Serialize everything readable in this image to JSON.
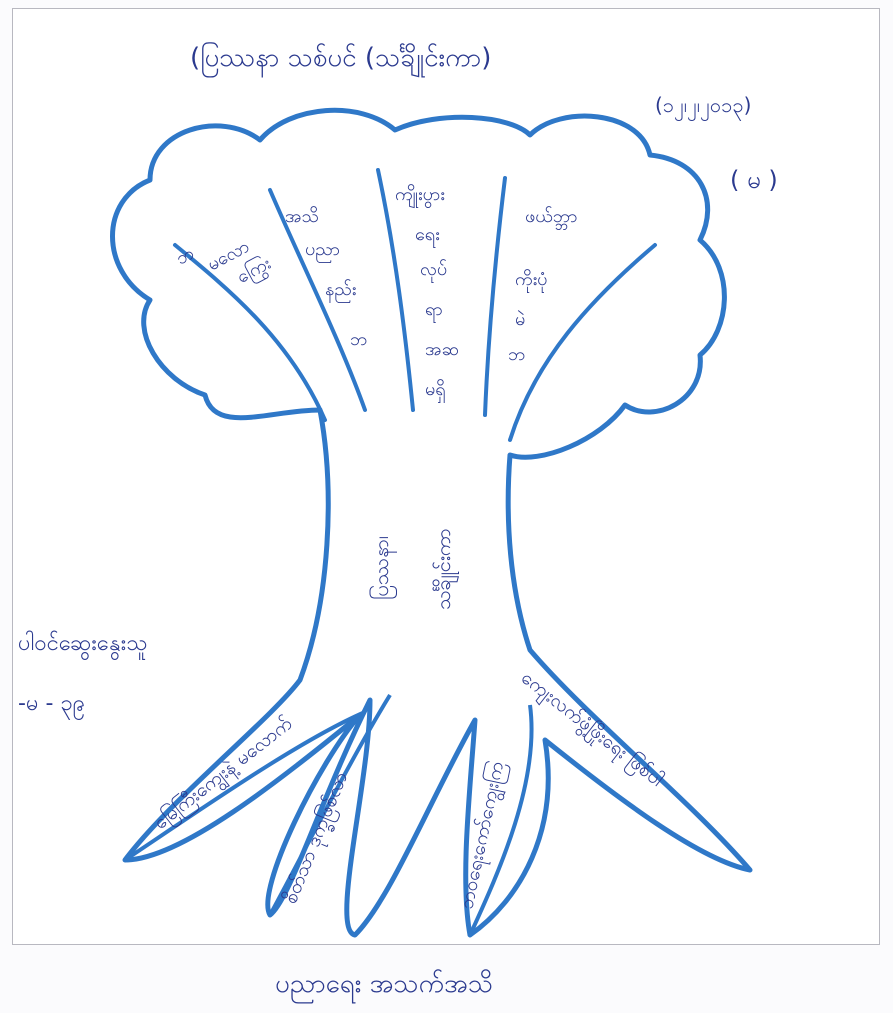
{
  "header": {
    "title": "(ပြဿနာ သစ်ပင် (သင်္ချိုင်းကာ)",
    "date": "(၁၂၊၂၊၂၀၁၃)",
    "code": "( မ )"
  },
  "left_note": {
    "line1": "ပါဝင်ဆွေးနွေးသူ",
    "line2": "-မ - ၃၉"
  },
  "canopy": {
    "col1": [
      "ဘ",
      "မလော",
      "ကြွေး"
    ],
    "col2": [
      "အသိ",
      "ပညာ",
      "နည်း",
      "ဘ"
    ],
    "col3": [
      "ကျိုးပွား",
      "ရေး",
      "လုပ်",
      "ရာ",
      "အဆ",
      "မရှိ"
    ],
    "col4": [
      "ဖယ်ဘ္ဘာ",
      "ကိုးပုံ",
      "မဲ",
      "ဘ"
    ]
  },
  "trunk": {
    "line1": "ပြဿနာ၊",
    "line2": "သင်္ချိုင်းကာ"
  },
  "roots": {
    "root1": "မြေကြီးကျွေးနဲ့ မလောက်",
    "root2": "စိတ်သာ ဒုက္ခဖြစ်လာ",
    "root3": "ဘဝရေးကော်ကျွေးကြ",
    "root4": "ကျေးလက်ဖွံ့ဖြိုးရေး ဖြစ်ပါ"
  },
  "footer": {
    "caption": "ပညာရေး အသက်အသိ"
  },
  "colors": {
    "outline": "#2f78c8",
    "ink": "#2b3a8f",
    "frame": "#b8b8c0"
  }
}
